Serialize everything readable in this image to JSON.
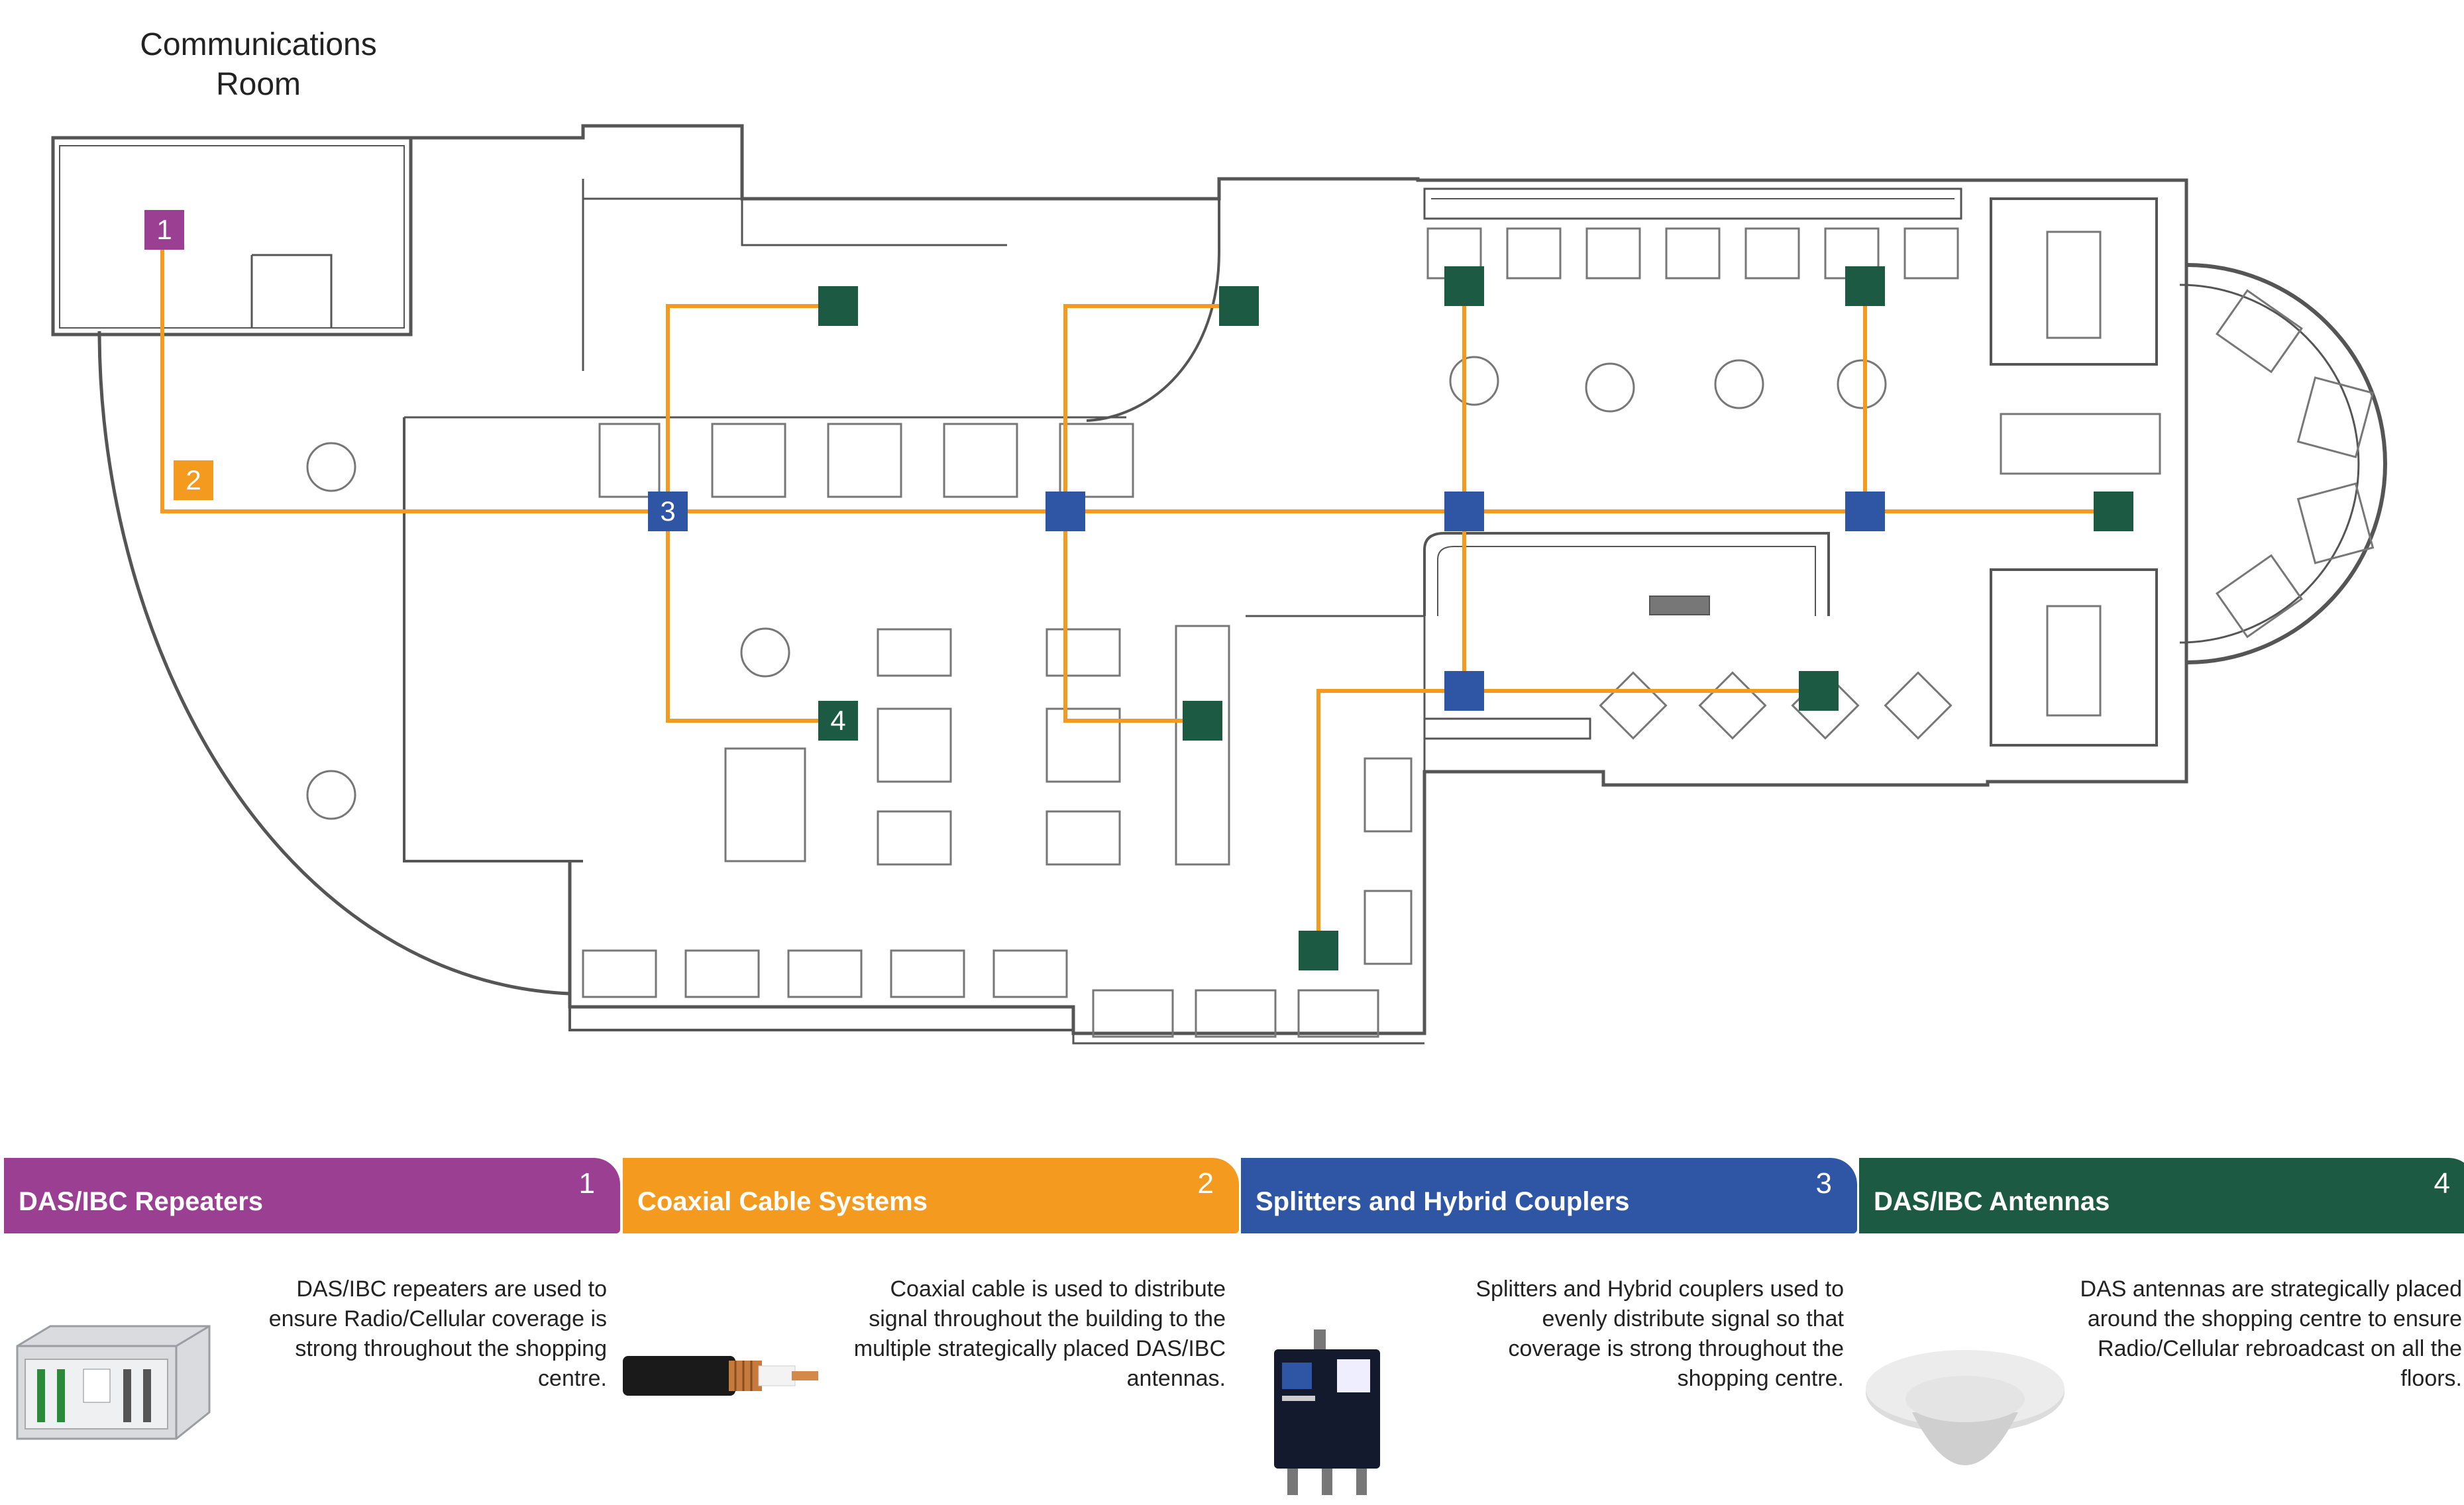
{
  "comm_room": {
    "line1": "Communications",
    "line2": "Room"
  },
  "colors": {
    "repeater": "#9b3f93",
    "cable": "#f39a1f",
    "splitter": "#2e56a4",
    "antenna": "#1d5a44",
    "wall": "#555555"
  },
  "markers": {
    "repeater_num": "1",
    "cable_num": "2",
    "splitter_num": "3",
    "antenna_num": "4"
  },
  "legend": [
    {
      "title": "DAS/IBC Repeaters",
      "num": "1",
      "desc": "DAS/IBC repeaters are used to ensure Radio/Cellular coverage is strong throughout the shopping centre.",
      "icon": "repeater-rack-icon"
    },
    {
      "title": "Coaxial Cable Systems",
      "num": "2",
      "desc": "Coaxial cable is used to distribute signal throughout the building to the multiple strategically placed DAS/IBC antennas.",
      "icon": "coaxial-cable-icon"
    },
    {
      "title": "Splitters and Hybrid Couplers",
      "num": "3",
      "desc": "Splitters and Hybrid couplers used to evenly distribute signal so that coverage is strong throughout the shopping centre.",
      "icon": "splitter-box-icon"
    },
    {
      "title": "DAS/IBC Antennas",
      "num": "4",
      "desc": "DAS antennas are strategically placed around the shopping centre to ensure Radio/Cellular rebroadcast on all the floors.",
      "icon": "dome-antenna-icon"
    }
  ]
}
